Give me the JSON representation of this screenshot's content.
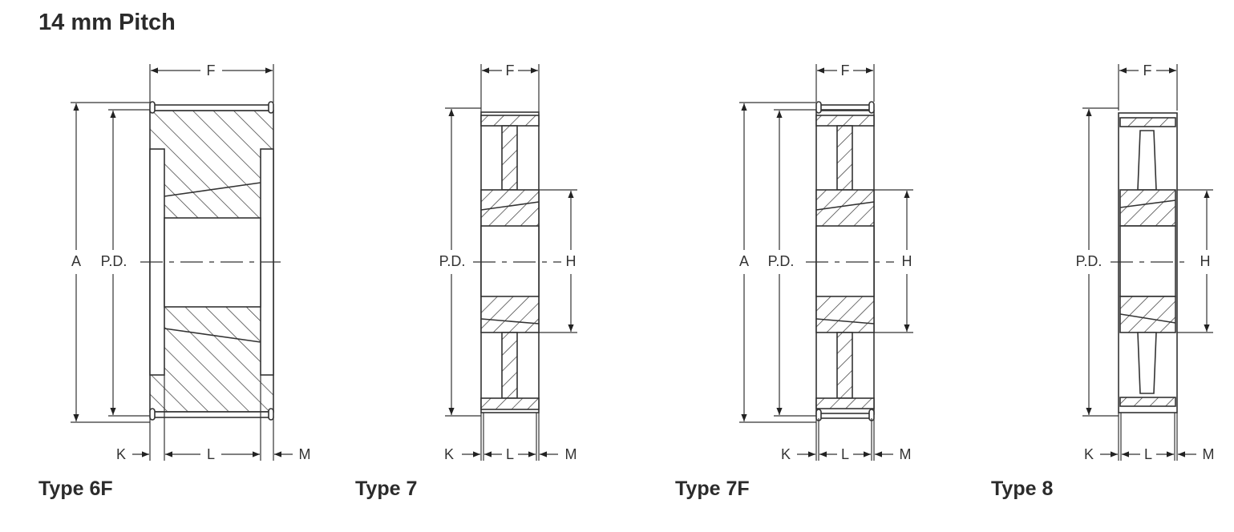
{
  "title": "14 mm Pitch",
  "drawings": [
    {
      "type_label": "Type 6F",
      "dims": {
        "F": "F",
        "A": "A",
        "PD": "P.D.",
        "K": "K",
        "L": "L",
        "M": "M"
      }
    },
    {
      "type_label": "Type 7",
      "dims": {
        "F": "F",
        "PD": "P.D.",
        "H": "H",
        "K": "K",
        "L": "L",
        "M": "M"
      }
    },
    {
      "type_label": "Type 7F",
      "dims": {
        "F": "F",
        "A": "A",
        "PD": "P.D.",
        "H": "H",
        "K": "K",
        "L": "L",
        "M": "M"
      }
    },
    {
      "type_label": "Type 8",
      "dims": {
        "F": "F",
        "PD": "P.D.",
        "H": "H",
        "K": "K",
        "L": "L",
        "M": "M"
      }
    }
  ]
}
